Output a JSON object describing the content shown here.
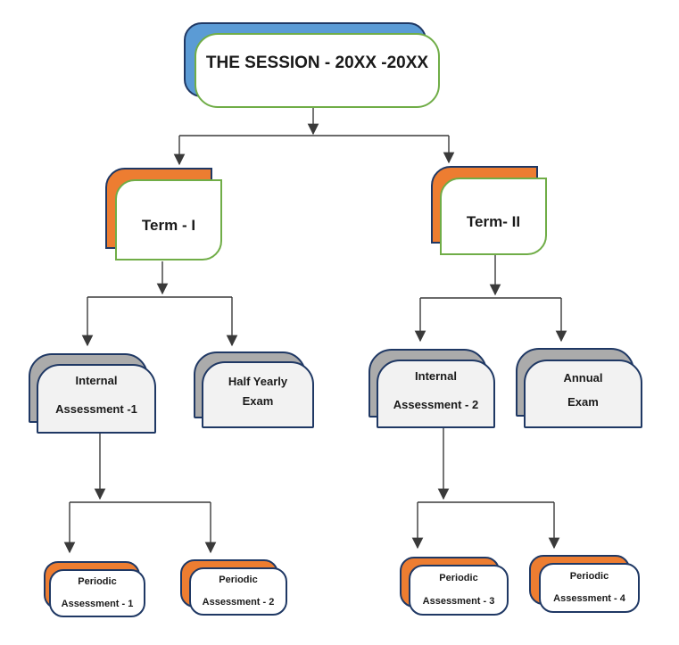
{
  "diagram": {
    "title": "THE SESSION - 20XX -20XX",
    "nodes": {
      "session": {
        "label": "THE SESSION - 20XX -20XX"
      },
      "term1": {
        "label": "Term - I"
      },
      "term2": {
        "label": "Term- II"
      },
      "internal1": {
        "line1": "Internal",
        "line2": "Assessment -1"
      },
      "half_yearly": {
        "line1": "Half Yearly",
        "line2": "Exam"
      },
      "internal2": {
        "line1": "Internal",
        "line2": "Assessment - 2"
      },
      "annual": {
        "line1": "Annual",
        "line2": "Exam"
      },
      "periodic1": {
        "line1": "Periodic",
        "line2": "Assessment - 1"
      },
      "periodic2": {
        "line1": "Periodic",
        "line2": "Assessment - 2"
      },
      "periodic3": {
        "line1": "Periodic",
        "line2": "Assessment - 3"
      },
      "periodic4": {
        "line1": "Periodic",
        "line2": "Assessment - 4"
      }
    },
    "colors": {
      "blue": "#5B9BD5",
      "orange": "#ED7D31",
      "gray": "#ABABAB",
      "light_fill": "#F2F2F2",
      "white_fill": "#FFFFFF",
      "green_border": "#70AD47",
      "navy_border": "#1F3864",
      "connector": "#3A3A3A",
      "text": "#1A1A1A"
    }
  }
}
